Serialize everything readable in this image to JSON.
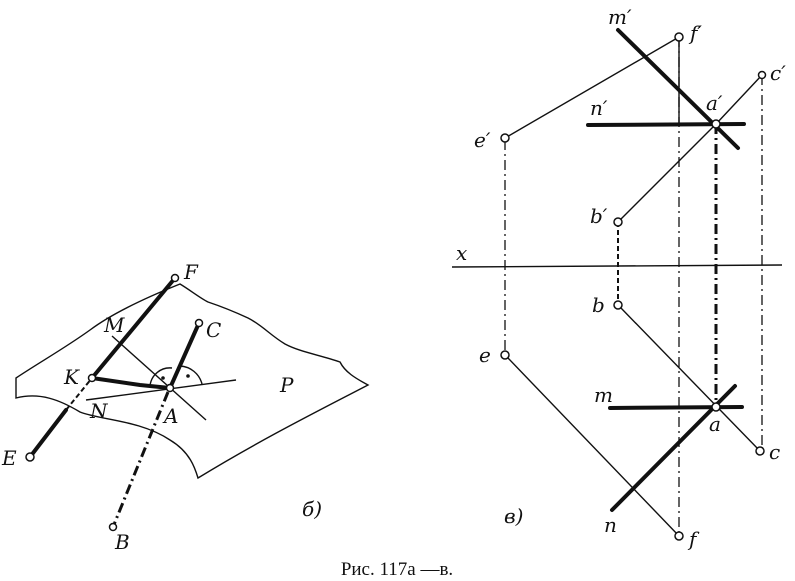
{
  "figure_b": {
    "label_F": "F",
    "label_M": "M",
    "label_C": "C",
    "label_K": "K",
    "label_N": "N",
    "label_A": "A",
    "label_P": "P",
    "label_E": "E",
    "label_B": "B",
    "subfig": "б)"
  },
  "figure_v": {
    "label_m_prime": "m′",
    "label_f_prime": "f′",
    "label_c_prime": "c′",
    "label_n_prime": "n′",
    "label_a_prime": "a′",
    "label_e_prime": "e′",
    "label_b_prime": "b′",
    "label_x": "x",
    "label_b": "b",
    "label_e": "e",
    "label_m": "m",
    "label_a": "a",
    "label_c": "c",
    "label_n": "n",
    "label_f": "f",
    "subfig": "в)"
  },
  "caption": "Рис. 117а —в."
}
